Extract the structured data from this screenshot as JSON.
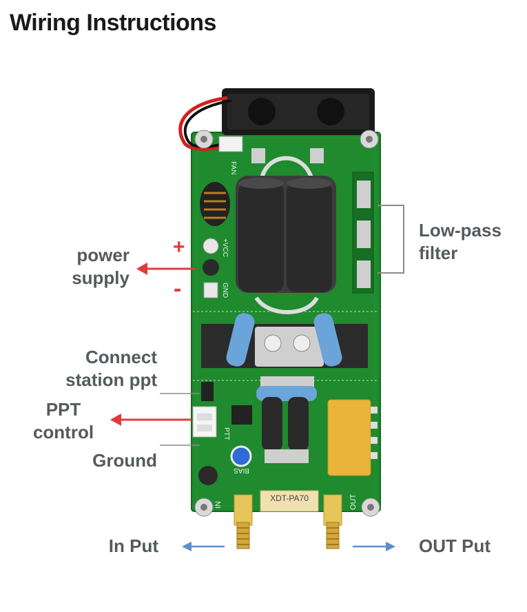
{
  "title": "Wiring Instructions",
  "labels": {
    "power_supply_line1": "power",
    "power_supply_line2": "supply",
    "plus_sign": "+",
    "minus_sign": "-",
    "low_pass_line1": "Low-pass",
    "low_pass_line2": "filter",
    "connect_line1": "Connect",
    "connect_line2": "station ppt",
    "ppt_line1": "PPT",
    "ppt_line2": "control",
    "ground": "Ground",
    "in_put": "In Put",
    "out_put": "OUT Put"
  },
  "board_text": {
    "model": "XDT-PA70",
    "in": "IN",
    "out": "OUT",
    "fan": "FAN",
    "vcc": "+VCC",
    "gnd": "GND",
    "bias": "BIAS",
    "ptt": "PTT"
  },
  "colors": {
    "arrow_red": "#e03a3e",
    "arrow_blue": "#5b8fc9",
    "pcb_green": "#1f8a2e",
    "label_gray": "#555a5d"
  }
}
